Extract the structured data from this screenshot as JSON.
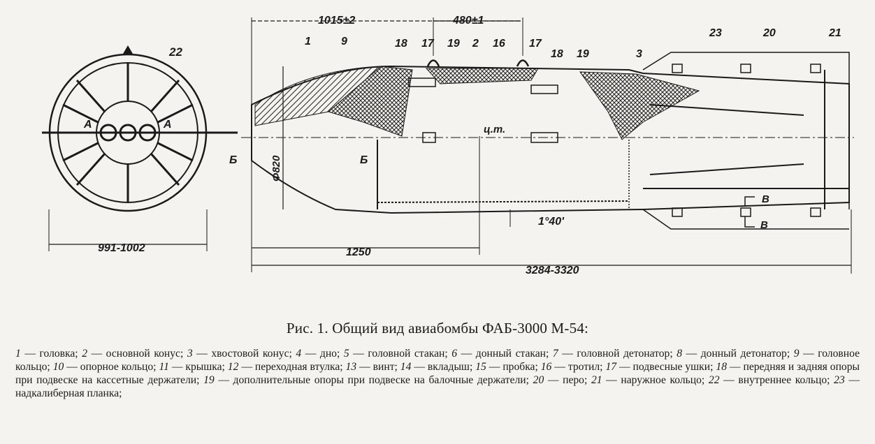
{
  "figure": {
    "dimensions": {
      "total_length": "1015±2",
      "lug_spacing": "480±1",
      "diameter": "Φ820",
      "cg_distance": "1250",
      "overall_length": "3284-3320",
      "ring_diameter": "991-1002",
      "angle": "1°40'"
    },
    "cg_label": "ц.т.",
    "section_labels": {
      "A": "А",
      "B": "Б",
      "V": "В"
    },
    "part_numbers": [
      "1",
      "9",
      "18",
      "17",
      "19",
      "2",
      "16",
      "17",
      "18",
      "19",
      "3",
      "23",
      "20",
      "21",
      "22"
    ]
  },
  "caption": {
    "prefix": "Рис. 1.",
    "title": "Общий вид авиабомбы ФАБ-3000 М-54:"
  },
  "legend": [
    {
      "num": "1",
      "text": "головка"
    },
    {
      "num": "2",
      "text": "основной конус"
    },
    {
      "num": "3",
      "text": "хвостовой конус"
    },
    {
      "num": "4",
      "text": "дно"
    },
    {
      "num": "5",
      "text": "головной стакан"
    },
    {
      "num": "6",
      "text": "донный стакан"
    },
    {
      "num": "7",
      "text": "головной детонатор"
    },
    {
      "num": "8",
      "text": "донный детонатор"
    },
    {
      "num": "9",
      "text": "головное кольцо"
    },
    {
      "num": "10",
      "text": "опорное кольцо"
    },
    {
      "num": "11",
      "text": "крышка"
    },
    {
      "num": "12",
      "text": "переходная втулка"
    },
    {
      "num": "13",
      "text": "винт"
    },
    {
      "num": "14",
      "text": "вкладыш"
    },
    {
      "num": "15",
      "text": "пробка"
    },
    {
      "num": "16",
      "text": "тротил"
    },
    {
      "num": "17",
      "text": "подвесные ушки"
    },
    {
      "num": "18",
      "text": "передняя и задняя опоры при подвеске на кассетные держатели"
    },
    {
      "num": "19",
      "text": "дополнительные опоры при подвеске на балочные держатели"
    },
    {
      "num": "20",
      "text": "перо"
    },
    {
      "num": "21",
      "text": "наружное кольцо"
    },
    {
      "num": "22",
      "text": "внутреннее кольцо"
    },
    {
      "num": "23",
      "text": "надкалиберная планка"
    }
  ]
}
